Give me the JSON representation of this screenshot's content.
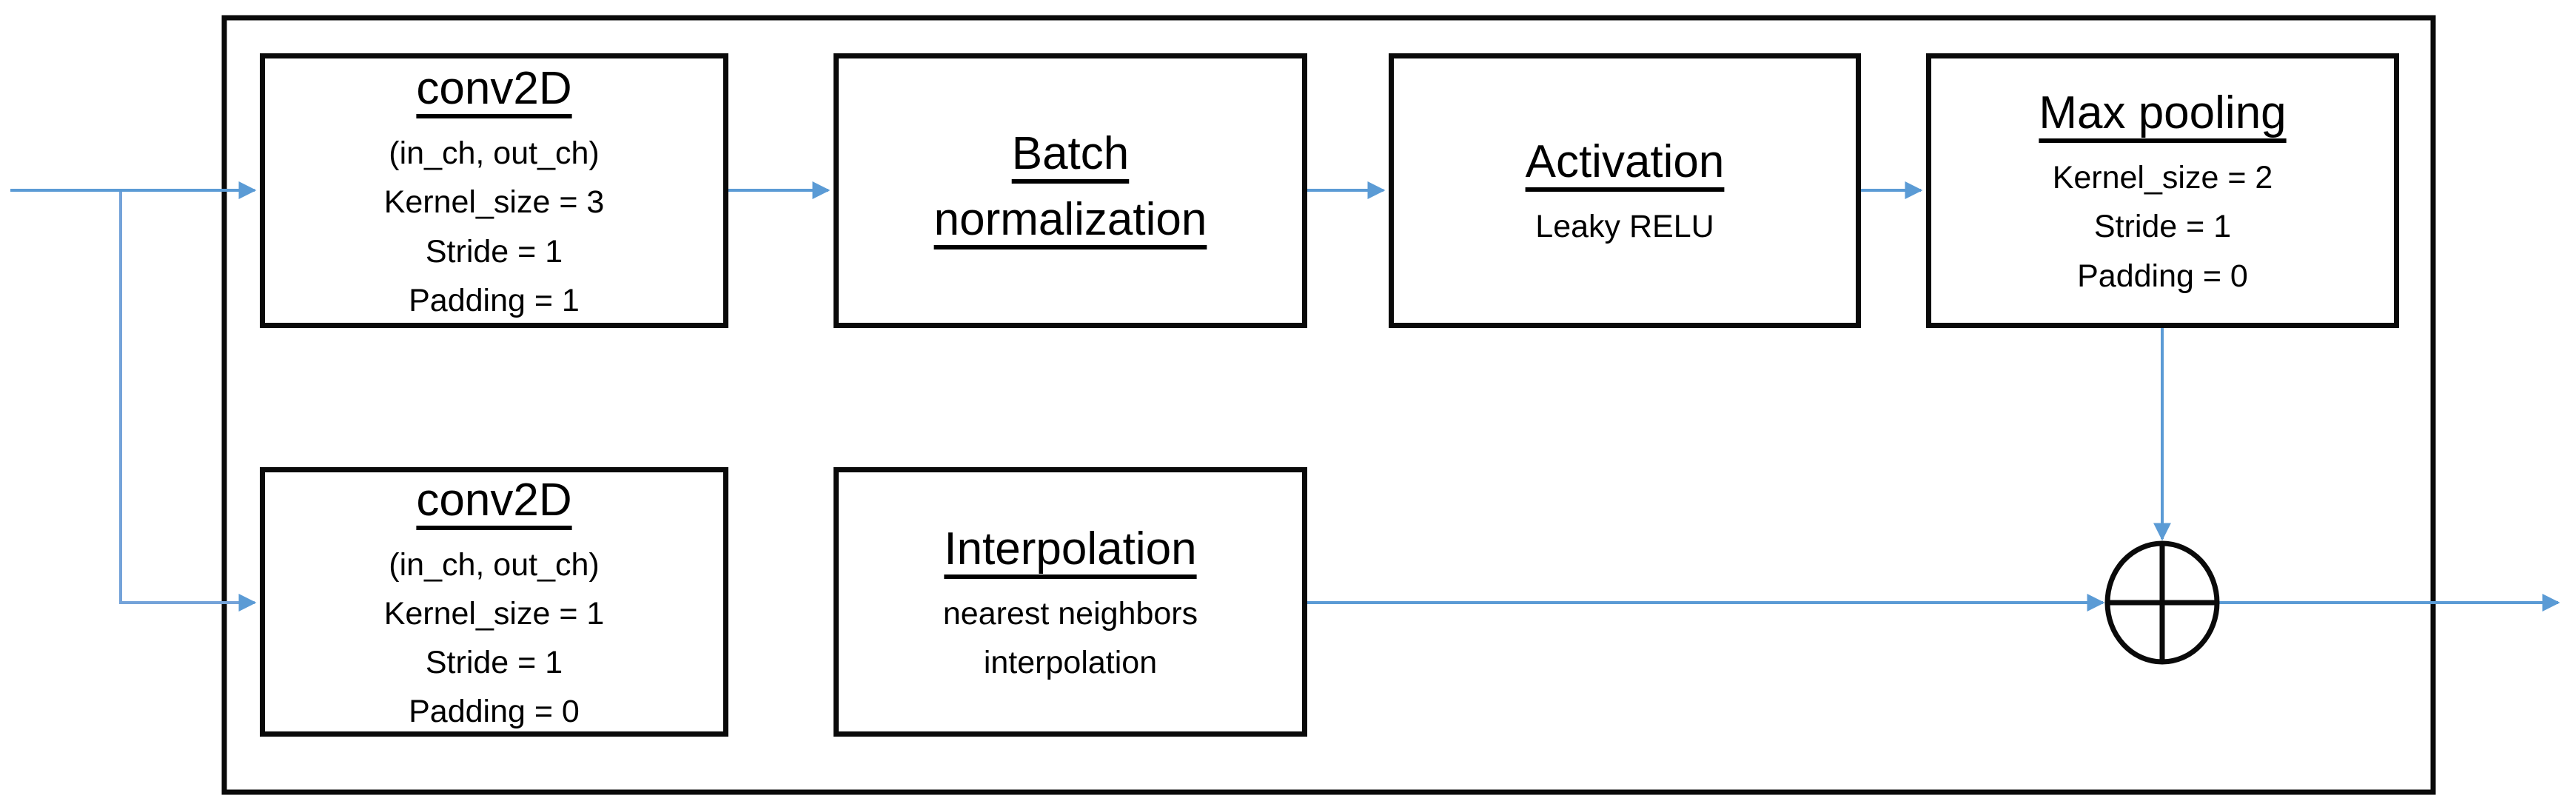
{
  "diagram": {
    "type": "neural-network-block-diagram",
    "colors": {
      "arrow_blue": "#5B9BD5",
      "border_black": "#0a0a0a",
      "background": "#ffffff"
    },
    "sum_node_icon": "circled-plus"
  },
  "blocks": [
    {
      "id": "conv2d-top",
      "title": "conv2D",
      "params": [
        "(in_ch, out_ch)",
        "Kernel_size = 3",
        "Stride = 1",
        "Padding = 1"
      ]
    },
    {
      "id": "batch-normalization",
      "title": "Batch\nnormalization",
      "params": []
    },
    {
      "id": "activation",
      "title": "Activation",
      "params": [
        "Leaky RELU"
      ]
    },
    {
      "id": "max-pooling",
      "title": "Max pooling",
      "params": [
        "Kernel_size = 2",
        "Stride = 1",
        "Padding = 0"
      ]
    },
    {
      "id": "conv2d-bottom",
      "title": "conv2D",
      "params": [
        "(in_ch, out_ch)",
        "Kernel_size = 1",
        "Stride = 1",
        "Padding = 0"
      ]
    },
    {
      "id": "interpolation",
      "title": "Interpolation",
      "params": [
        "nearest neighbors\ninterpolation"
      ]
    }
  ]
}
